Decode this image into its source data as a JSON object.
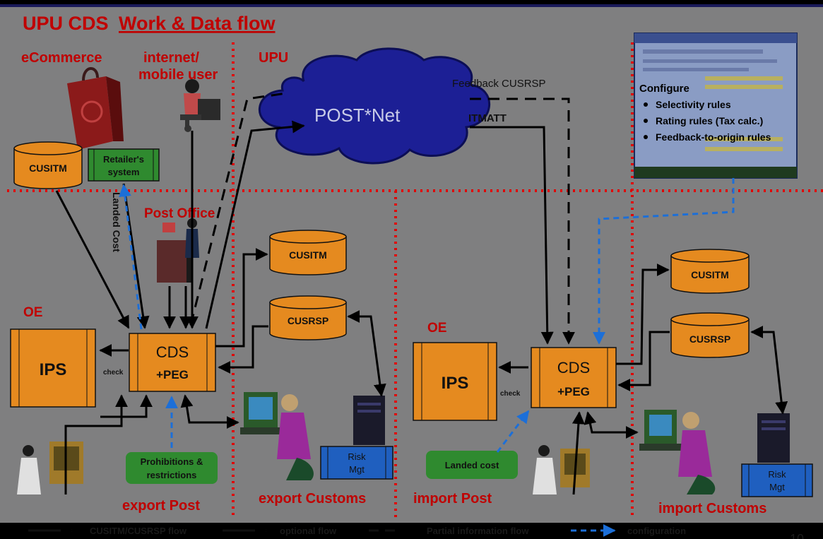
{
  "title": {
    "part1": "UPU CDS",
    "part2": "Work & Data flow"
  },
  "zones": {
    "ecommerce": "eCommerce",
    "internet_user_line1": "internet/",
    "internet_user_line2": "mobile user",
    "upu": "UPU",
    "post_office": "Post Office",
    "oe_left": "OE",
    "oe_right": "OE",
    "export_post": "export Post",
    "export_customs": "export Customs",
    "import_post": "import Post",
    "import_customs": "import Customs"
  },
  "cloud": {
    "label": "POST*Net",
    "feedback": "Feedback CUSRSP",
    "itmatt": "ITMATT"
  },
  "databases": {
    "ecom": "CUSITM",
    "export_cusitm": "CUSITM",
    "export_cusrsp": "CUSRSP",
    "import_cusitm": "CUSITM",
    "import_cusrsp": "CUSRSP"
  },
  "boxes": {
    "retailer_line1": "Retailer's",
    "retailer_line2": "system",
    "ips": "IPS",
    "cds_line1": "CDS",
    "cds_line2": "+PEG",
    "check": "check",
    "prohibitions_line1": "Prohibitions &",
    "prohibitions_line2": "restrictions",
    "landed_cost_box": "Landed cost",
    "landed_cost_vertical": "Landed Cost",
    "risk_line1": "Risk",
    "risk_line2": "Mgt"
  },
  "configure": {
    "heading": "Configure",
    "items": [
      "Selectivity rules",
      "Rating rules (Tax calc.)",
      "Feedback-to-origin rules"
    ]
  },
  "legend": [
    "CUSITM/CUSRSP flow",
    "optional flow",
    "Partial information flow",
    "configuration"
  ],
  "page_number": "10",
  "colors": {
    "background": "#000000",
    "panel": "#7f7f80",
    "title_red": "#c00000",
    "orange_fill": "#e58a1f",
    "green_fill": "#2f8a2f",
    "blue_box": "#1f5fbf",
    "cloud_fill": "#1c1f95",
    "dotted_red": "#e00000",
    "config_blue": "#1c6fd8"
  }
}
